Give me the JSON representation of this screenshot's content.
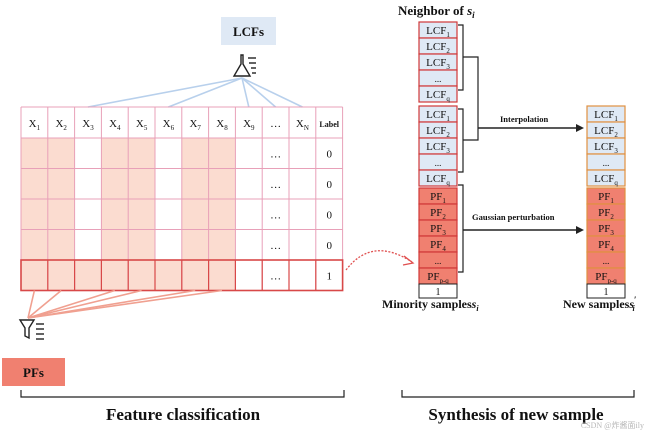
{
  "colors": {
    "lcf_box": "#dfe9f5",
    "pf_box": "#f08070",
    "grid_red": "#d84848",
    "grid_pink": "#e8a0b8",
    "cell_shade": "#fbdcd0",
    "lcf_line": "#b8d0ec",
    "pf_line": "#f0a090",
    "stack_blue_border": "#d03838",
    "new_border": "#e09040",
    "arrow": "#222222",
    "curve": "#e05050"
  },
  "left": {
    "lcfs_label": "LCFs",
    "pfs_label": "PFs",
    "table": {
      "headers": [
        "X",
        "X",
        "X",
        "X",
        "X",
        "X",
        "X",
        "X",
        "X",
        "…",
        "X",
        "Label"
      ],
      "header_subs": [
        "1",
        "2",
        "3",
        "4",
        "5",
        "6",
        "7",
        "8",
        "9",
        "",
        "N",
        ""
      ],
      "rows": [
        {
          "ellipsis": "…",
          "label": "0"
        },
        {
          "ellipsis": "…",
          "label": "0"
        },
        {
          "ellipsis": "…",
          "label": "0"
        },
        {
          "ellipsis": "…",
          "label": "0"
        },
        {
          "ellipsis": "…",
          "label": "1"
        }
      ],
      "shaded_columns": [
        0,
        1,
        3,
        4,
        6,
        7
      ],
      "lcf_columns": [
        2,
        5,
        8,
        9,
        10
      ],
      "minority_row": 4
    },
    "caption": "Feature classification"
  },
  "right": {
    "neighbor_title": "Neighbor of ",
    "neighbor_var": "s",
    "neighbor_sub": "i",
    "neighbor_stack": [
      {
        "base": "LCF",
        "sub": "1"
      },
      {
        "base": "LCF",
        "sub": "2"
      },
      {
        "base": "LCF",
        "sub": "3"
      },
      {
        "base": "...",
        "sub": ""
      },
      {
        "base": "LCF",
        "sub": "q"
      }
    ],
    "minority_lcf": [
      {
        "base": "LCF",
        "sub": "1"
      },
      {
        "base": "LCF",
        "sub": "2"
      },
      {
        "base": "LCF",
        "sub": "3"
      },
      {
        "base": "...",
        "sub": ""
      },
      {
        "base": "LCF",
        "sub": "q"
      }
    ],
    "minority_pf": [
      {
        "base": "PF",
        "sub": "1"
      },
      {
        "base": "PF",
        "sub": "2"
      },
      {
        "base": "PF",
        "sub": "3"
      },
      {
        "base": "PF",
        "sub": "4"
      },
      {
        "base": "...",
        "sub": ""
      },
      {
        "base": "PF",
        "sub": "p-q"
      }
    ],
    "minority_label": "1",
    "new_lcf": [
      {
        "base": "LCF",
        "sub": "1"
      },
      {
        "base": "LCF",
        "sub": "2"
      },
      {
        "base": "LCF",
        "sub": "3"
      },
      {
        "base": "...",
        "sub": ""
      },
      {
        "base": "LCF",
        "sub": "q"
      }
    ],
    "new_pf": [
      {
        "base": "PF",
        "sub": "1"
      },
      {
        "base": "PF",
        "sub": "2"
      },
      {
        "base": "PF",
        "sub": "3"
      },
      {
        "base": "PF",
        "sub": "4"
      },
      {
        "base": "...",
        "sub": ""
      },
      {
        "base": "PF",
        "sub": "p-q"
      }
    ],
    "new_label": "1",
    "interpolation_label": "Interpolation",
    "gaussian_label": "Gaussian perturbation",
    "minority_caption": "Minority samples",
    "minority_var": "s",
    "minority_sub": "i",
    "new_caption": "New samples",
    "new_var": "s",
    "new_sub": "i",
    "new_prime": "′",
    "caption": "Synthesis of new sample",
    "watermark": "CSDN @炸酱面ily"
  }
}
